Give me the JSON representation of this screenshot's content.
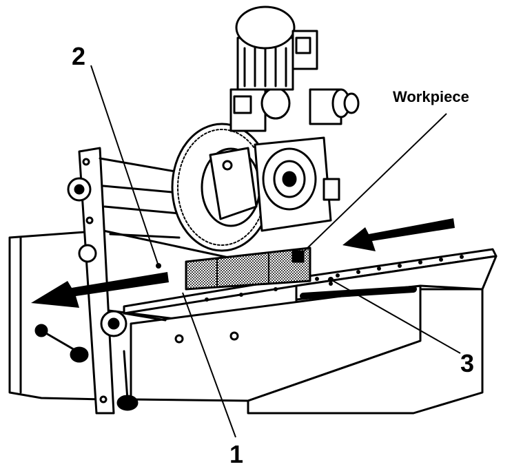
{
  "labels": {
    "workpiece": "Workpiece",
    "one": "1",
    "two": "2",
    "three": "3"
  },
  "colors": {
    "ink": "#000000",
    "paper": "#ffffff",
    "hatch": "#555555"
  },
  "parts": [
    "motor-icon",
    "gearbox-icon",
    "grinding-wheel-icon",
    "machine-base-icon",
    "conveyor-table-icon",
    "workpiece-block-icon",
    "handwheel-icon"
  ],
  "arrows": [
    "feed-direction-arrow-in",
    "feed-direction-arrow-out"
  ]
}
